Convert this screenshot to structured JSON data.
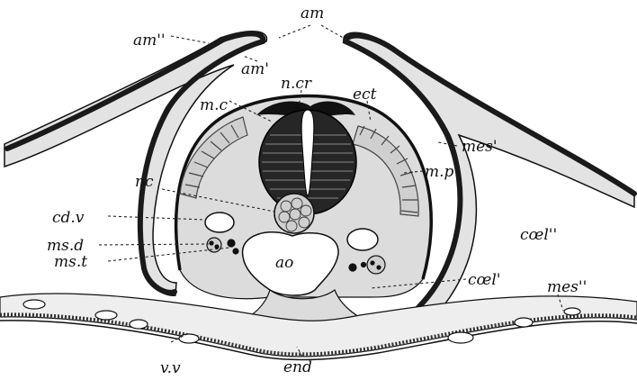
{
  "colors": {
    "ectoderm": "#1a1a1a",
    "mesoderm_fill": "#d9d9d9",
    "neural_tube": "#262626",
    "background": "#ffffff",
    "line": "#222222"
  },
  "labels": {
    "am": "am",
    "am2": "am''",
    "am1": "am'",
    "ncr": "n.cr",
    "mc": "m.c",
    "ect": "ect",
    "mes1": "mes'",
    "mp": "m.p",
    "nc": "nc",
    "cdv": "cd.v",
    "coel2": "cœl''",
    "msd": "ms.d",
    "ao": "ao",
    "mst": "ms.t",
    "coel1": "cœl'",
    "mes2": "mes''",
    "vv": "v.v",
    "end": "end"
  }
}
